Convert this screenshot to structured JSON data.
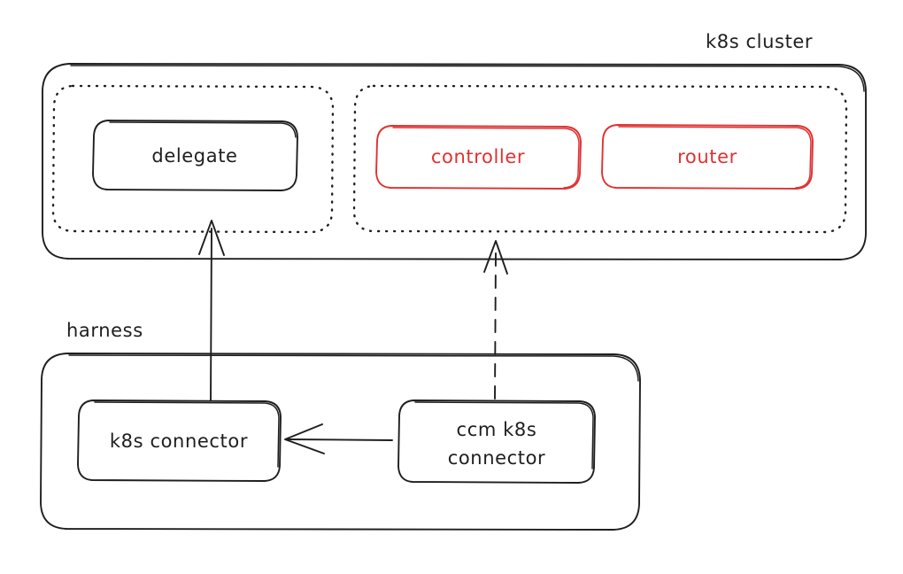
{
  "diagram": {
    "title_caption": "k8s cluster",
    "background": "#ffffff",
    "ink_color": "#1e1e1e",
    "accent_color": "#e03131",
    "style": "hand-drawn"
  },
  "clusters": {
    "k8s_cluster": {
      "caption": "k8s cluster",
      "border": "solid",
      "color": "#1e1e1e"
    },
    "harness": {
      "caption": "harness",
      "border": "solid",
      "color": "#1e1e1e"
    }
  },
  "groups": [
    {
      "id": "delegate-group",
      "border": "dotted",
      "color": "#1e1e1e"
    },
    {
      "id": "controller-router-group",
      "border": "dotted",
      "color": "#1e1e1e"
    }
  ],
  "nodes": {
    "delegate": {
      "label": "delegate",
      "color": "#1e1e1e"
    },
    "controller": {
      "label": "controller",
      "color": "#e03131"
    },
    "router": {
      "label": "router",
      "color": "#e03131"
    },
    "k8s_connector": {
      "label": "k8s connector",
      "color": "#1e1e1e"
    },
    "ccm_k8s_connector": {
      "label_line1": "ccm k8s",
      "label_line2": "connector",
      "color": "#1e1e1e"
    }
  },
  "edges": [
    {
      "id": "k8s-connector-to-delegate",
      "from": "k8s connector",
      "to": "delegate",
      "style": "solid",
      "direction": "up"
    },
    {
      "id": "ccm-connector-to-controller-group",
      "from": "ccm k8s connector",
      "to": "controller-router-group",
      "style": "dashed",
      "direction": "up"
    },
    {
      "id": "ccm-connector-to-k8s-connector",
      "from": "ccm k8s connector",
      "to": "k8s connector",
      "style": "solid",
      "direction": "left"
    }
  ]
}
